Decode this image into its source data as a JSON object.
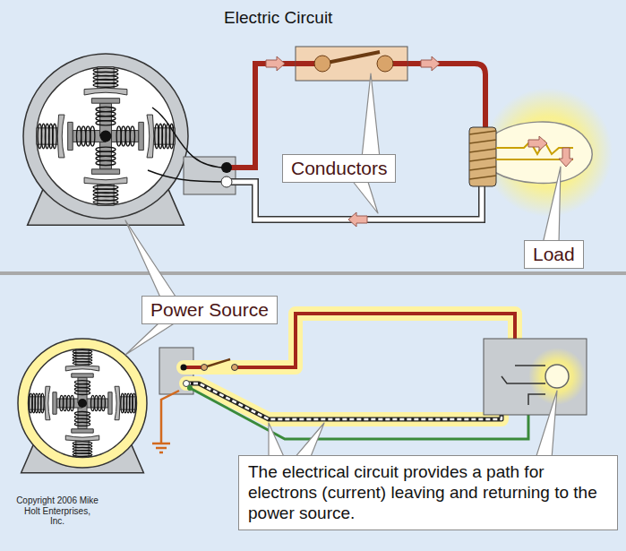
{
  "diagram": {
    "title": "Electric Circuit",
    "nodes": [
      {
        "text": [
          "Conductors"
        ]
      },
      {
        "text": [
          "Load"
        ]
      },
      {
        "text": [
          "Power Source"
        ]
      },
      {
        "text": [
          "The electrical circuit provides a path for electrons (current) leaving and returning to the power source."
        ]
      }
    ],
    "labels": [
      "Copyright 2006 Mike Holt Enterprises, Inc."
    ]
  }
}
